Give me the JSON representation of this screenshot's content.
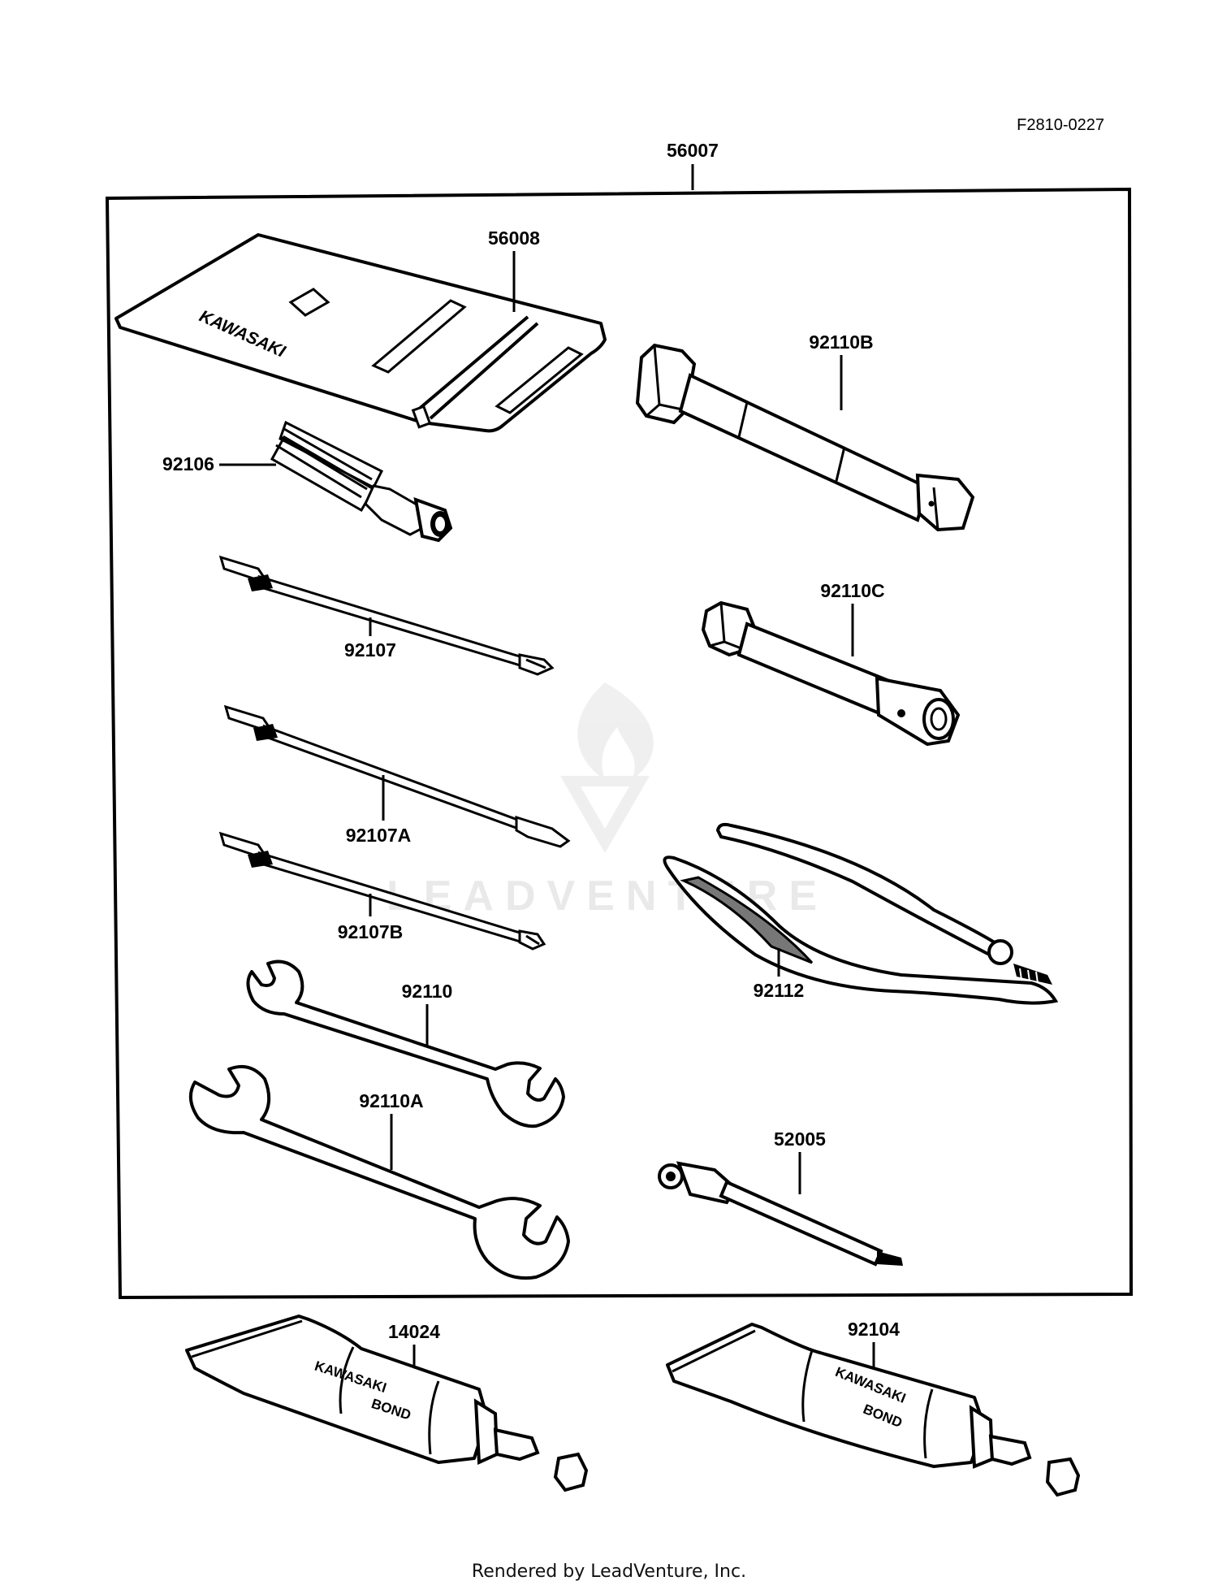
{
  "figure": {
    "id": "F2810-0227"
  },
  "kit": {
    "number": "56007"
  },
  "parts": {
    "bag": {
      "number": "56008",
      "imprint": "KAWASAKI"
    },
    "screwdriver_handle": {
      "number": "92106"
    },
    "plug_wrench_b": {
      "number": "92110B"
    },
    "screwdriver": {
      "number": "92107"
    },
    "plug_wrench_c": {
      "number": "92110C"
    },
    "screwdriver_a": {
      "number": "92107A"
    },
    "pliers": {
      "number": "92112"
    },
    "screwdriver_b": {
      "number": "92107B"
    },
    "wrench": {
      "number": "92110"
    },
    "wrench_a": {
      "number": "92110A"
    },
    "gauge": {
      "number": "52005"
    },
    "bond_1": {
      "number": "14024",
      "brand": "KAWASAKI",
      "label": "BOND"
    },
    "bond_2": {
      "number": "92104",
      "brand": "KAWASAKI",
      "label": "BOND"
    }
  },
  "watermark": "LEADVENTURE",
  "footer": "Rendered by LeadVenture, Inc."
}
